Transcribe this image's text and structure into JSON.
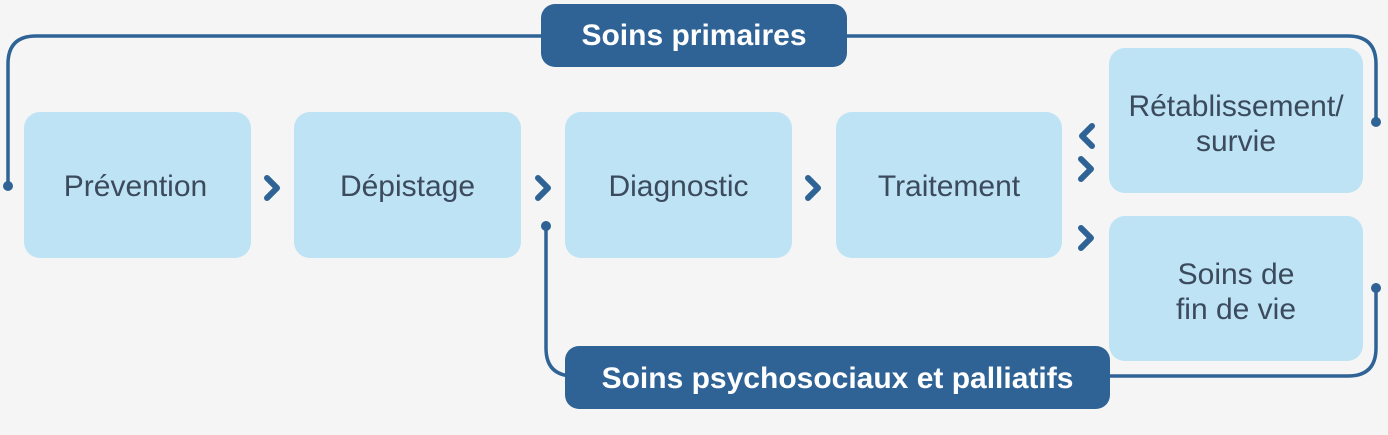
{
  "colors": {
    "box_fill": "#bde3f4",
    "connector": "#2f6396",
    "banner_fill": "#2f6396",
    "banner_text": "#ffffff",
    "box_text": "#3b4a5c",
    "background": "#f5f5f5"
  },
  "stages": {
    "prevention": "Prévention",
    "screening": "Dépistage",
    "diagnosis": "Diagnostic",
    "treatment": "Traitement",
    "recovery": [
      "Rétablissement/",
      "survie"
    ],
    "end_of_life": [
      "Soins de",
      "fin de vie"
    ]
  },
  "banners": {
    "primary": "Soins primaires",
    "psychosocial": "Soins psychosociaux et palliatifs"
  }
}
